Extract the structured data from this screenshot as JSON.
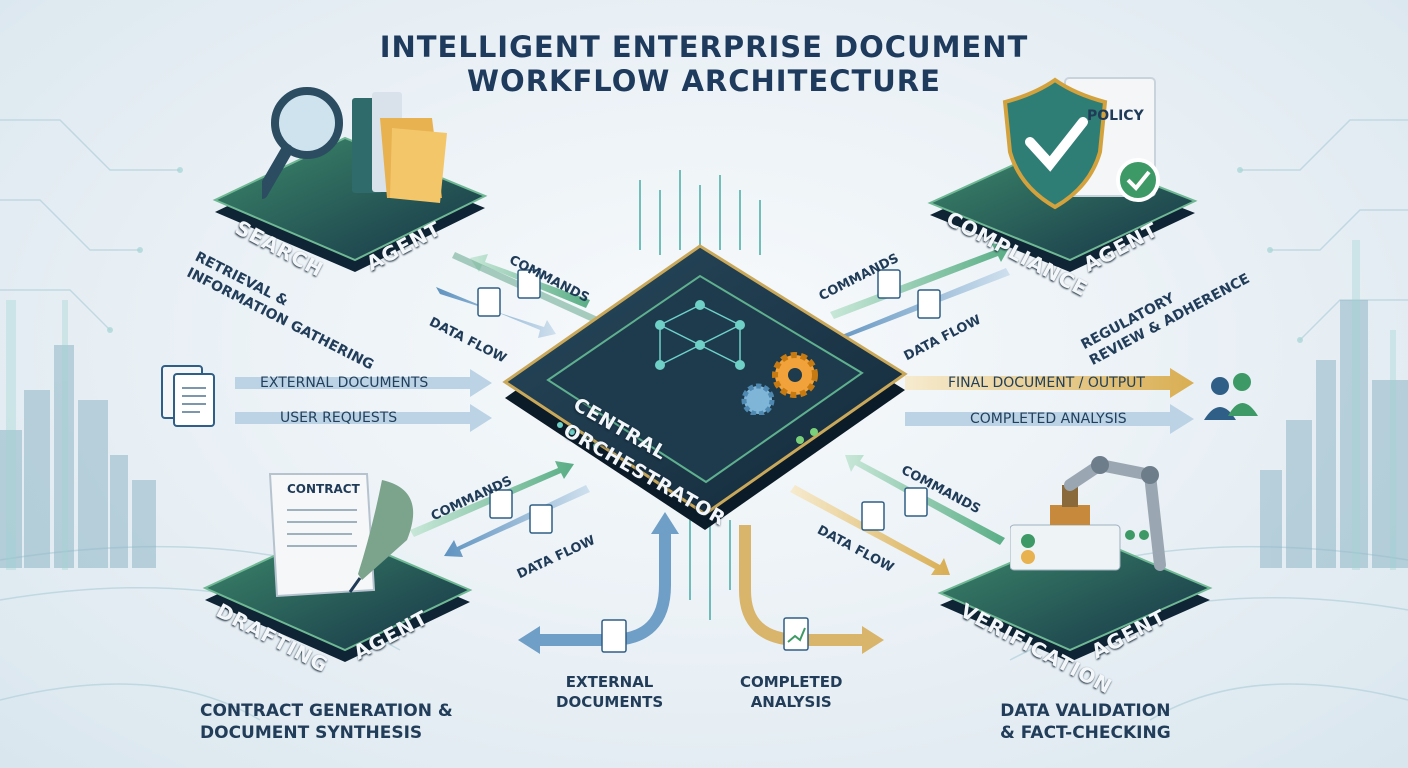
{
  "title": {
    "line1": "INTELLIGENT ENTERPRISE DOCUMENT",
    "line2": "WORKFLOW ARCHITECTURE"
  },
  "center": {
    "line1": "CENTRAL",
    "line2": "ORCHESTRATOR"
  },
  "agents": {
    "search": {
      "word1": "SEARCH",
      "word2": "AGENT",
      "caption1": "RETRIEVAL &",
      "caption2": "INFORMATION GATHERING",
      "icon": "magnifier-folders-icon"
    },
    "compliance": {
      "word1": "COMPLIANCE",
      "word2": "AGENT",
      "caption1": "REGULATORY",
      "caption2": "REVIEW & ADHERENCE",
      "doc_label": "POLICY",
      "icon": "shield-check-icon"
    },
    "drafting": {
      "word1": "DRAFTING",
      "word2": "AGENT",
      "caption1": "CONTRACT GENERATION &",
      "caption2": "DOCUMENT SYNTHESIS",
      "doc_label": "CONTRACT",
      "icon": "quill-contract-icon"
    },
    "verification": {
      "word1": "VERIFICATION",
      "word2": "AGENT",
      "caption1": "DATA VALIDATION",
      "caption2": "& FACT-CHECKING",
      "icon": "robot-arm-stamp-icon"
    }
  },
  "flows": {
    "commands": "COMMANDS",
    "data_flow": "DATA FLOW",
    "external_documents": "EXTERNAL DOCUMENTS",
    "user_requests": "USER REQUESTS",
    "final_output": "FINAL DOCUMENT / OUTPUT",
    "completed_analysis": "COMPLETED ANALYSIS",
    "external_documents_bottom_1": "EXTERNAL",
    "external_documents_bottom_2": "DOCUMENTS",
    "completed_analysis_bottom_1": "COMPLETED",
    "completed_analysis_bottom_2": "ANALYSIS"
  },
  "colors": {
    "title": "#1e3a5c",
    "platform_dark": "#1d3a4c",
    "platform_green": "#3f8a6a",
    "arrow_green": "#6fb894",
    "arrow_blue": "#6f9fc6",
    "arrow_gold": "#d8b56a",
    "gear_orange": "#f2a23a",
    "network_teal": "#6fd0c7"
  }
}
